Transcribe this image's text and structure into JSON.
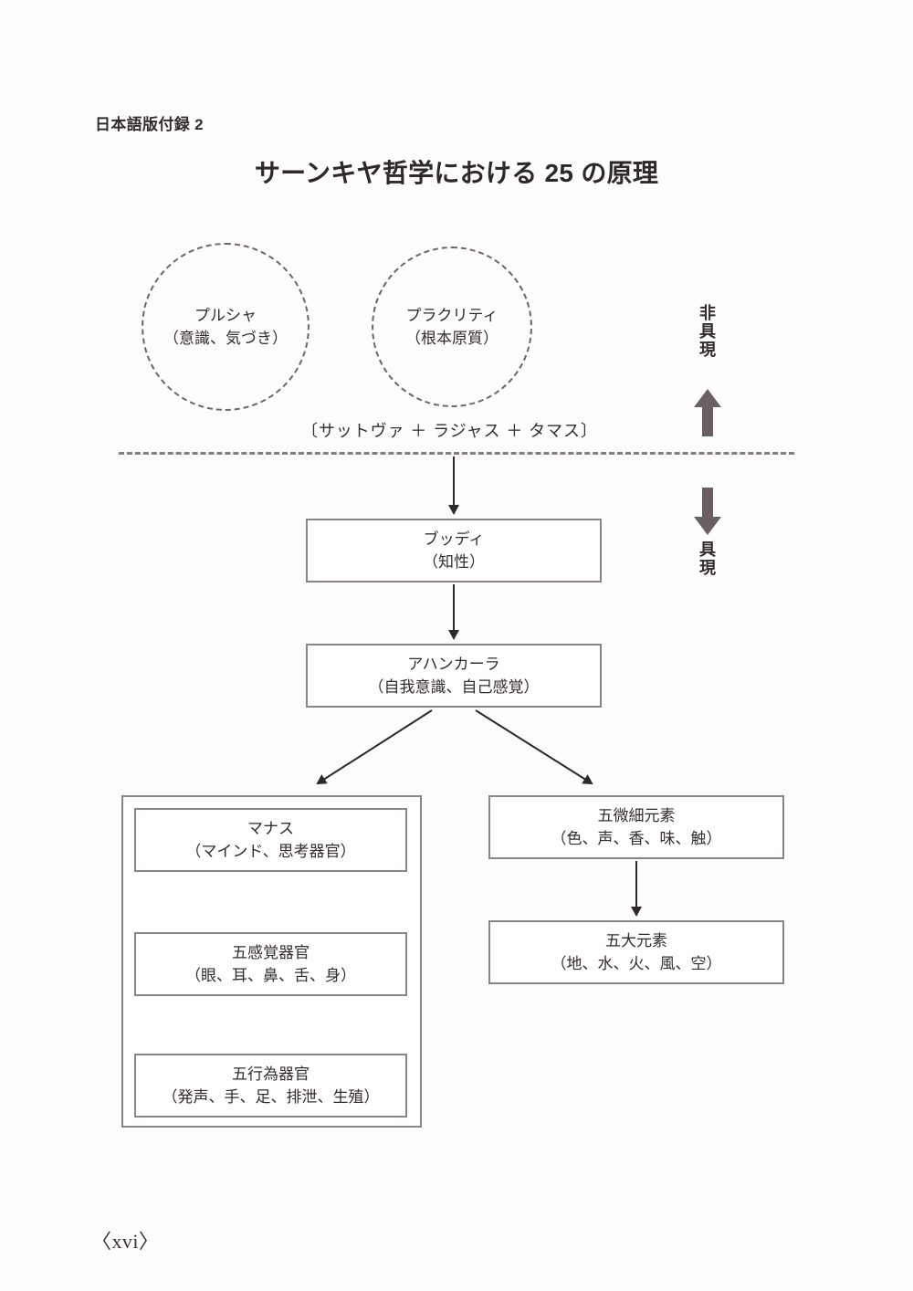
{
  "header": {
    "appendix_label": "日本語版付録 2",
    "title": "サーンキヤ哲学における 25 の原理"
  },
  "colors": {
    "ink": "#332c2f",
    "stroke": "#8d8286",
    "dashed_stroke": "#6f6468",
    "background": "#ffffff"
  },
  "diagram": {
    "type": "flowchart",
    "circles": [
      {
        "id": "purusha",
        "line1": "プルシャ",
        "line2": "（意識、気づき）"
      },
      {
        "id": "prakriti",
        "line1": "プラクリティ",
        "line2": "（根本原質）"
      }
    ],
    "gunas_label": "〔サットヴァ ＋ ラジャス ＋ タマス〕",
    "side_labels": {
      "unmanifest": "非具現",
      "manifest": "具現",
      "up_arrow_icon": "arrow-up-icon",
      "down_arrow_icon": "arrow-down-icon"
    },
    "boxes": [
      {
        "id": "buddhi",
        "line1": "ブッディ",
        "line2": "（知性）"
      },
      {
        "id": "ahamkara",
        "line1": "アハンカーラ",
        "line2": "（自我意識、自己感覚）"
      },
      {
        "id": "manas",
        "line1": "マナス",
        "line2": "（マインド、思考器官）"
      },
      {
        "id": "sense",
        "line1": "五感覚器官",
        "line2": "（眼、耳、鼻、舌、身）"
      },
      {
        "id": "action",
        "line1": "五行為器官",
        "line2": "（発声、手、足、排泄、生殖）"
      },
      {
        "id": "tanmatra",
        "line1": "五微細元素",
        "line2": "（色、声、香、味、触）"
      },
      {
        "id": "mahabhuta",
        "line1": "五大元素",
        "line2": "（地、水、火、風、空）"
      }
    ],
    "edges": [
      {
        "from": "gunas",
        "to": "buddhi"
      },
      {
        "from": "buddhi",
        "to": "ahamkara"
      },
      {
        "from": "ahamkara",
        "to": "group-left"
      },
      {
        "from": "ahamkara",
        "to": "tanmatra"
      },
      {
        "from": "tanmatra",
        "to": "mahabhuta"
      }
    ]
  },
  "footer": {
    "page_number": "〈xvi〉"
  }
}
